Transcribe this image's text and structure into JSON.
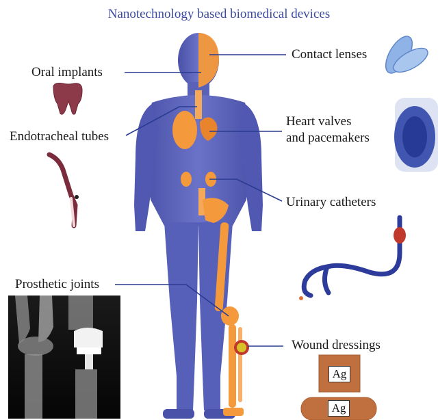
{
  "title": "Nanotechnology based biomedical devices",
  "labels": {
    "oral_implants": "Oral implants",
    "contact_lenses": "Contact lenses",
    "endotracheal_tubes": "Endotracheal tubes",
    "heart_valves_line1": "Heart valves",
    "heart_valves_line2": "and pacemakers",
    "urinary_catheters": "Urinary catheters",
    "prosthetic_joints": "Prosthetic joints",
    "wound_dressings": "Wound dressings"
  },
  "dressing_labels": {
    "top": "Ag",
    "bottom": "Ag"
  },
  "colors": {
    "title": "#3b4aa0",
    "body": "#5a62b8",
    "organ": "#f59a3c",
    "leader_line": "#2a3b8f",
    "tooth": "#8c3a4a",
    "lens": "#8fb3e6",
    "catheter": "#2d3c9a",
    "dressing": "#c0703e"
  }
}
